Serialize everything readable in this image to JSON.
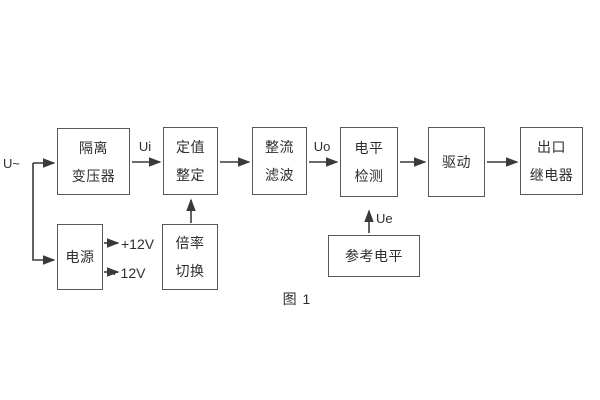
{
  "figure": {
    "caption": "图 1",
    "input_label": "U~",
    "signals": {
      "ui": "Ui",
      "uo": "Uo",
      "ue": "Ue"
    },
    "power_rails": {
      "positive": "+12V",
      "negative": "· 12V"
    },
    "blocks": {
      "isolation_transformer": {
        "line1": "隔离",
        "line2": "变压器"
      },
      "value_setting": {
        "line1": "定值",
        "line2": "整定"
      },
      "rectify_filter": {
        "line1": "整流",
        "line2": "滤波"
      },
      "level_detect": {
        "line1": "电平",
        "line2": "检测"
      },
      "drive": {
        "label": "驱动"
      },
      "output_relay": {
        "line1": "出口",
        "line2": "继电器"
      },
      "power_supply": {
        "label": "电源"
      },
      "multiplier_switch": {
        "line1": "倍率",
        "line2": "切换"
      },
      "reference_level": {
        "label": "参考电平"
      }
    },
    "colors": {
      "background": "#ffffff",
      "box_border": "#57575b",
      "line": "#3a3a3e",
      "text": "#2e2e33"
    }
  }
}
